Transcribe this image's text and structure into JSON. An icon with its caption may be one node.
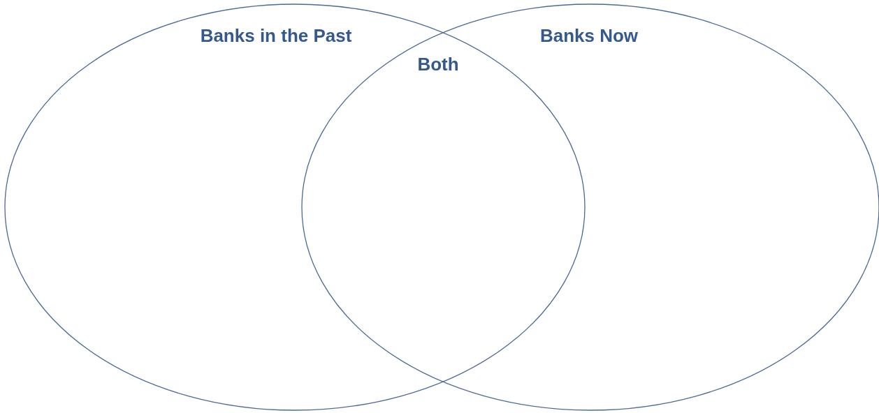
{
  "diagram": {
    "nodes": [
      {
        "text": [
          "Banks in the Past"
        ]
      },
      {
        "text": [
          "Banks Now"
        ]
      }
    ],
    "edges": [],
    "labels": [
      "Both"
    ]
  }
}
